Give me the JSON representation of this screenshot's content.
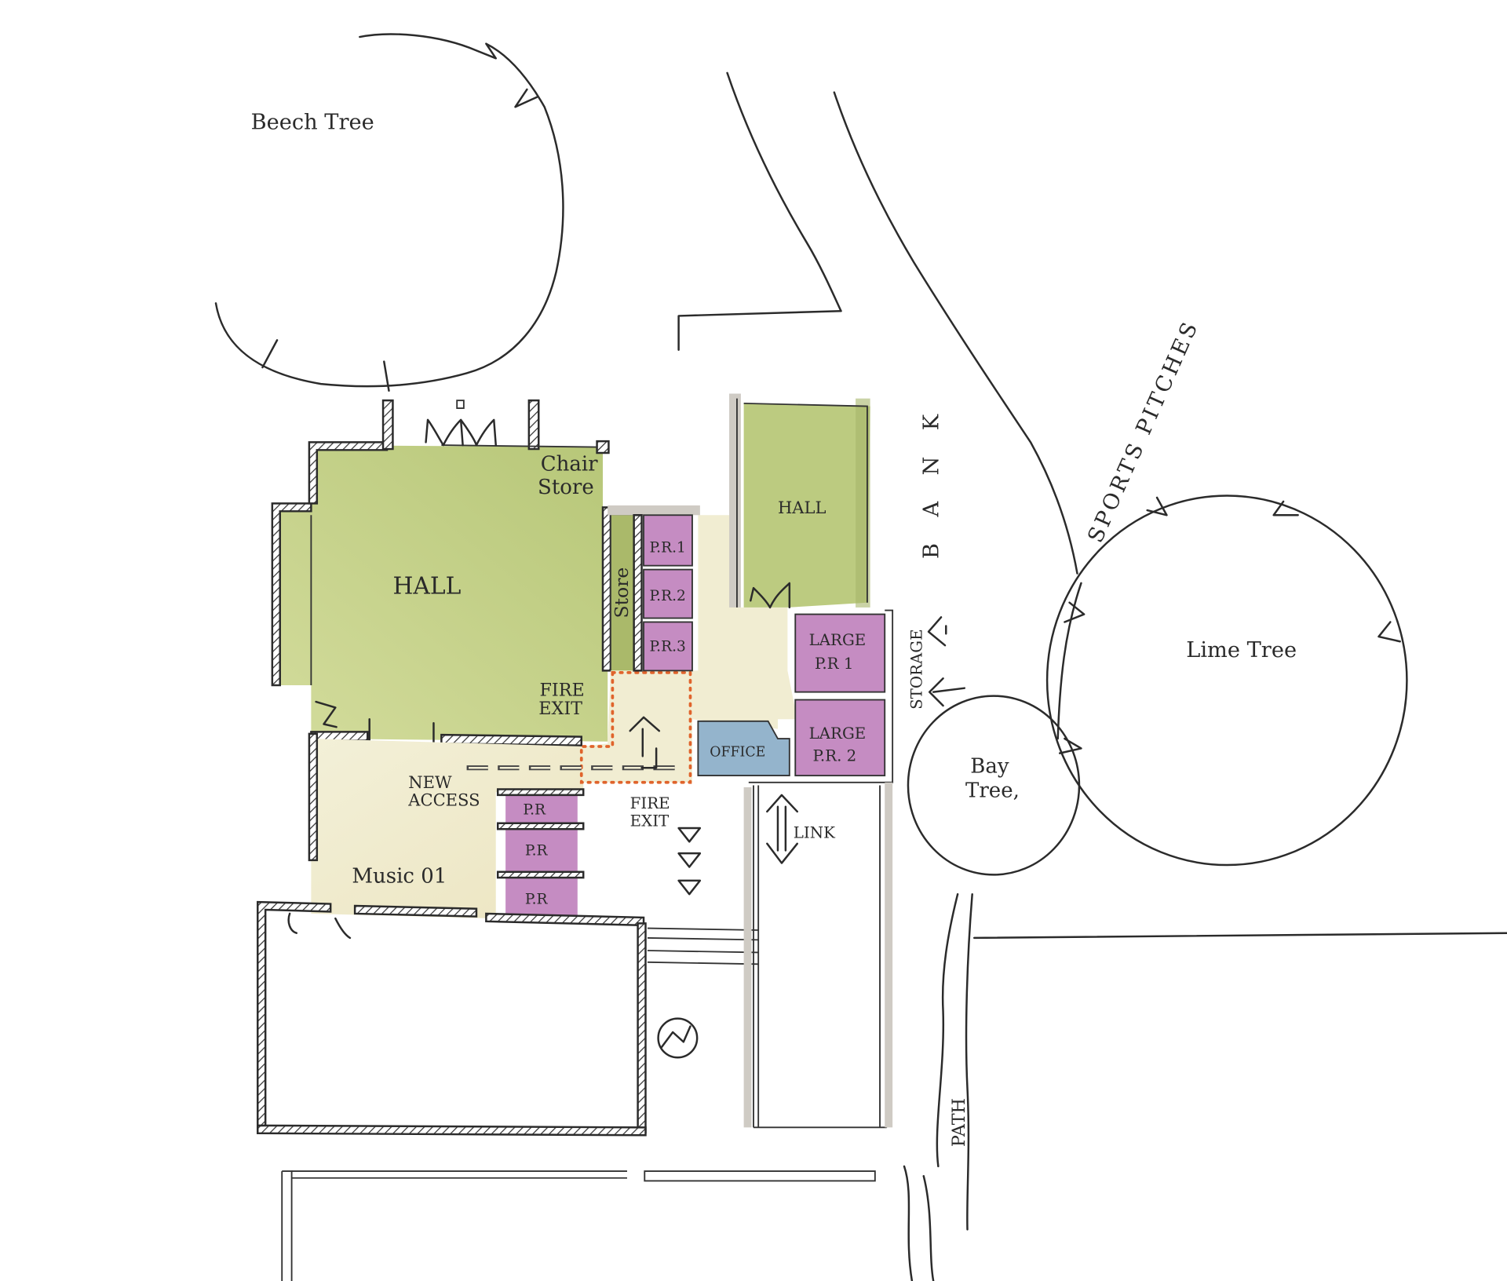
{
  "trees": {
    "beech": "Beech Tree",
    "lime": "Lime Tree",
    "bay_line1": "Bay",
    "bay_line2": "Tree,"
  },
  "site_labels": {
    "sports_pitches": "SPORTS PITCHES",
    "bank": "B A N K",
    "storage": "STORAGE",
    "path": "PATH",
    "link": "LINK",
    "fire_exit_outside_line1": "FIRE",
    "fire_exit_outside_line2": "EXIT"
  },
  "rooms": {
    "main_hall": "HALL",
    "chair_store_line1": "Chair",
    "chair_store_line2": "Store",
    "store": "Store",
    "fire_exit_line1": "FIRE",
    "fire_exit_line2": "EXIT",
    "pr1": "P.R.1",
    "pr2": "P.R.2",
    "pr3": "P.R.3",
    "small_hall": "HALL",
    "large_pr1_line1": "LARGE",
    "large_pr1_line2": "P.R 1",
    "large_pr2_line1": "LARGE",
    "large_pr2_line2": "P.R. 2",
    "office": "OFFICE",
    "new_access_line1": "NEW",
    "new_access_line2": "ACCESS",
    "music01": "Music 01",
    "pr_a": "P.R",
    "pr_b": "P.R",
    "pr_c": "P.R"
  },
  "colors": {
    "hall_green": "#bccb80",
    "practice_purple": "#c58cc2",
    "circulation_cream": "#f0ecce",
    "office_blue": "#94b4cc",
    "fire_route_orange": "#e0642c",
    "ink": "#2b2b2b"
  }
}
